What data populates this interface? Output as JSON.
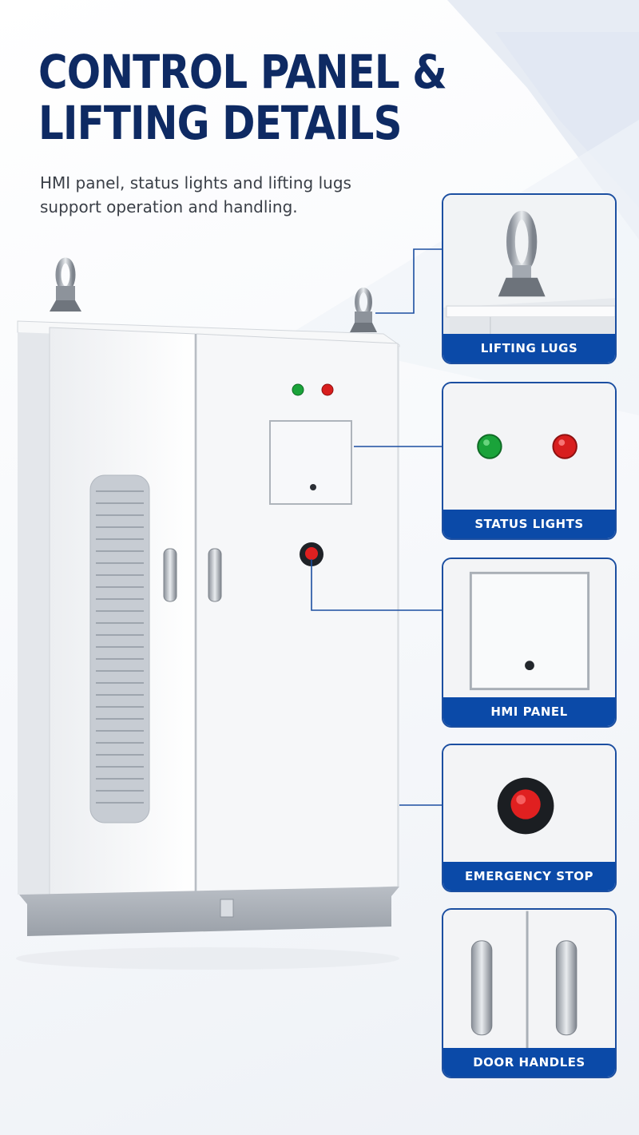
{
  "header": {
    "title_line1": "CONTROL PANEL &",
    "title_line2": "LIFTING DETAILS",
    "subtitle": "HMI panel, status lights and lifting lugs support operation and handling."
  },
  "callouts": [
    {
      "id": "lifting-lugs",
      "label": "LIFTING LUGS",
      "icon": "lifting-lug-icon"
    },
    {
      "id": "status-lights",
      "label": "STATUS LIGHTS",
      "icon": "status-light-icon"
    },
    {
      "id": "hmi-panel",
      "label": "HMI PANEL",
      "icon": "hmi-panel-icon"
    },
    {
      "id": "emergency-stop",
      "label": "EMERGENCY STOP",
      "icon": "emergency-stop-icon"
    },
    {
      "id": "door-handles",
      "label": "DOOR HANDLES",
      "icon": "door-handle-icon"
    }
  ],
  "colors": {
    "title": "#0e2a63",
    "accent": "#0b4aa8",
    "card_border": "#1c4fa1",
    "status_green": "#1aa33a",
    "status_red": "#d81e1e"
  }
}
